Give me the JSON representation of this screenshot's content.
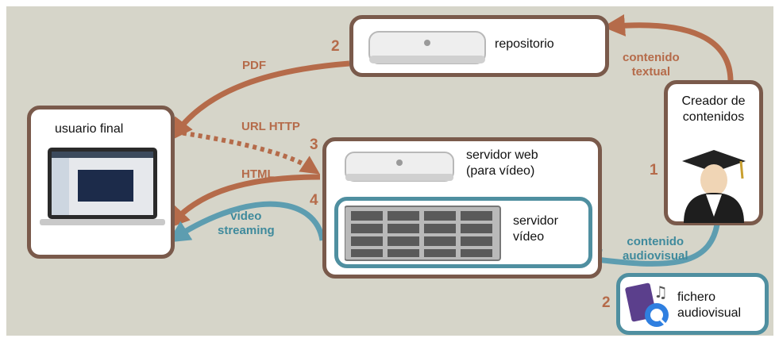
{
  "nodes": {
    "repositorio": "repositorio",
    "usuario_final": "usuario final",
    "creador": "Creador de\ncontenidos",
    "servidor_web": "servidor web\n(para vídeo)",
    "servidor_video": "servidor\nvídeo",
    "fichero": "fichero\naudiovisual"
  },
  "edges": {
    "pdf": "PDF",
    "url_http": "URL HTTP",
    "html": "HTML",
    "video_streaming": "video\nstreaming",
    "contenido_textual": "contenido\ntextual",
    "contenido_audiovisual": "contenido\naudiovisual"
  },
  "steps": {
    "s1": "1",
    "s2a": "2",
    "s2b": "2",
    "s3": "3",
    "s4": "4"
  },
  "colors": {
    "brown": "#7a5a4b",
    "arrow_brown": "#b56b4a",
    "teal": "#4f8fa0",
    "background": "#d6d5c9"
  }
}
